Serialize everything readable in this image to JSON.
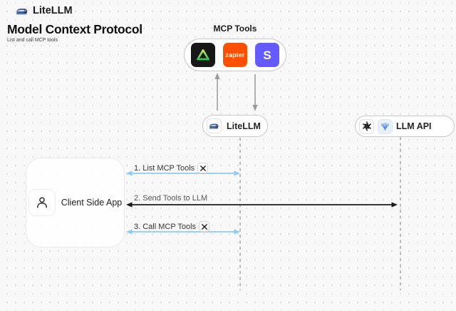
{
  "header": {
    "brand": "LiteLLM",
    "title": "Model Context Protocol",
    "subtitle": "List and call MCP tools"
  },
  "mcp": {
    "label": "MCP Tools",
    "tools": [
      {
        "name": "green-triangle-tool",
        "bg": "#171717"
      },
      {
        "name": "zapier",
        "text": "zapier",
        "bg": "#ff4f00"
      },
      {
        "name": "stripe",
        "text": "S",
        "bg": "#635bff"
      }
    ]
  },
  "nodes": {
    "litellm": {
      "label": "LiteLLM",
      "icon": "litellm-train-icon"
    },
    "llm_api": {
      "label": "LLM API",
      "icons": [
        "openai-icon",
        "llm-provider-icon"
      ]
    },
    "client": {
      "label": "Client Side App",
      "icon": "person-icon"
    }
  },
  "steps": [
    {
      "label": "1. List MCP Tools",
      "tool_icon": true,
      "style": "blue"
    },
    {
      "label": "2. Send Tools to LLM",
      "tool_icon": false,
      "style": "black"
    },
    {
      "label": "3. Call MCP Tools",
      "tool_icon": true,
      "style": "blue"
    }
  ],
  "colors": {
    "background": "#f8f8f9",
    "blue_arrow": "#8ccdf2",
    "black_arrow": "#1b1b1b",
    "gray_arrow": "#9b9b9b",
    "lifeline": "#b4b4b8",
    "zapier_orange": "#ff4f00",
    "stripe_indigo": "#635bff",
    "triangle_green": "#3fcf5a"
  }
}
